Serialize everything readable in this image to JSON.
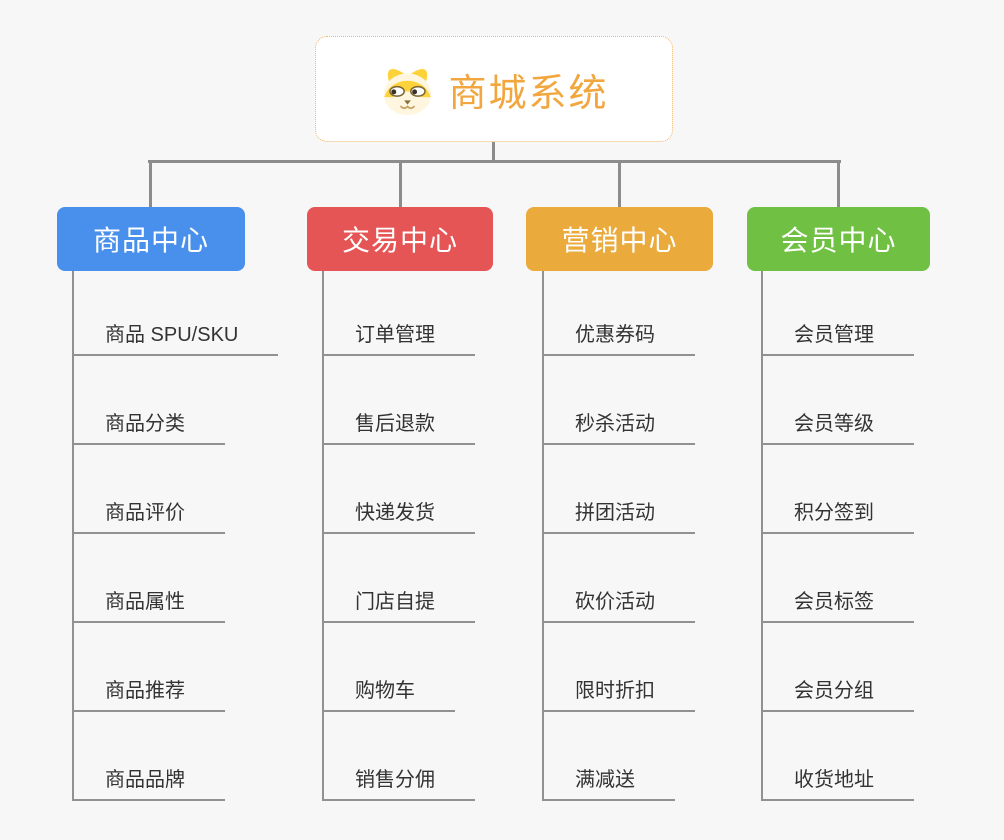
{
  "root": {
    "title": "商城系统",
    "icon": "dog-face-icon"
  },
  "branches": [
    {
      "id": "product-center",
      "label": "商品中心",
      "color": "#4890eb",
      "children": [
        "商品 SPU/SKU",
        "商品分类",
        "商品评价",
        "商品属性",
        "商品推荐",
        "商品品牌"
      ]
    },
    {
      "id": "trade-center",
      "label": "交易中心",
      "color": "#e55555",
      "children": [
        "订单管理",
        "售后退款",
        "快递发货",
        "门店自提",
        "购物车",
        "销售分佣"
      ]
    },
    {
      "id": "marketing-center",
      "label": "营销中心",
      "color": "#eaaa3c",
      "children": [
        "优惠券码",
        "秒杀活动",
        "拼团活动",
        "砍价活动",
        "限时折扣",
        "满减送"
      ]
    },
    {
      "id": "member-center",
      "label": "会员中心",
      "color": "#6fc043",
      "children": [
        "会员管理",
        "会员等级",
        "积分签到",
        "会员标签",
        "会员分组",
        "收货地址"
      ]
    }
  ],
  "colors": {
    "background": "#f7f7f7",
    "connector": "#8c8c8c",
    "leaf_line": "#919191",
    "root_border": "#f0b564",
    "root_text": "#f2a63e",
    "leaf_text": "#333333"
  }
}
